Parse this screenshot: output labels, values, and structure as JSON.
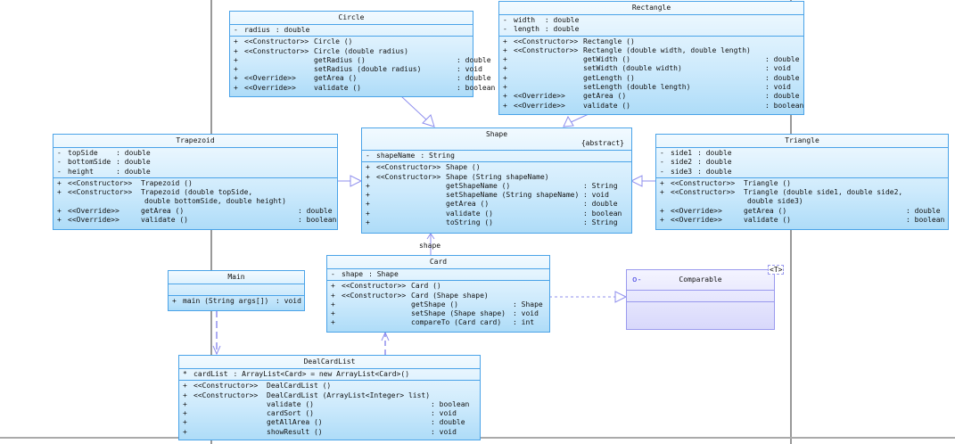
{
  "classes": {
    "circle": {
      "name": "Circle",
      "attributes": [
        {
          "vis": "-",
          "name": "radius",
          "type": ": double"
        }
      ],
      "methods": [
        {
          "vis": "+",
          "stereo": "<<Constructor>>",
          "name": "Circle ()",
          "type": ""
        },
        {
          "vis": "+",
          "stereo": "<<Constructor>>",
          "name": "Circle (double radius)",
          "type": ""
        },
        {
          "vis": "+",
          "stereo": "",
          "name": "getRadius ()",
          "type": ": double"
        },
        {
          "vis": "+",
          "stereo": "",
          "name": "setRadius (double radius)",
          "type": ": void"
        },
        {
          "vis": "+",
          "stereo": "<<Override>>",
          "name": "getArea ()",
          "type": ": double"
        },
        {
          "vis": "+",
          "stereo": "<<Override>>",
          "name": "validate ()",
          "type": ": boolean"
        }
      ]
    },
    "rectangle": {
      "name": "Rectangle",
      "attributes": [
        {
          "vis": "-",
          "name": "width ",
          "type": ": double"
        },
        {
          "vis": "-",
          "name": "length",
          "type": ": double"
        }
      ],
      "methods": [
        {
          "vis": "+",
          "stereo": "<<Constructor>>",
          "name": "Rectangle ()",
          "type": ""
        },
        {
          "vis": "+",
          "stereo": "<<Constructor>>",
          "name": "Rectangle (double width, double length)",
          "type": ""
        },
        {
          "vis": "+",
          "stereo": "",
          "name": "getWidth ()",
          "type": ": double"
        },
        {
          "vis": "+",
          "stereo": "",
          "name": "setWidth (double width)",
          "type": ": void"
        },
        {
          "vis": "+",
          "stereo": "",
          "name": "getLength ()",
          "type": ": double"
        },
        {
          "vis": "+",
          "stereo": "",
          "name": "setLength (double length)",
          "type": ": void"
        },
        {
          "vis": "+",
          "stereo": "<<Override>>",
          "name": "getArea ()",
          "type": ": double"
        },
        {
          "vis": "+",
          "stereo": "<<Override>>",
          "name": "validate ()",
          "type": ": boolean"
        }
      ]
    },
    "shape": {
      "name": "Shape",
      "modifier": "{abstract}",
      "attributes": [
        {
          "vis": "-",
          "name": "shapeName",
          "type": ": String"
        }
      ],
      "methods": [
        {
          "vis": "+",
          "stereo": "<<Constructor>>",
          "name": "Shape ()",
          "type": ""
        },
        {
          "vis": "+",
          "stereo": "<<Constructor>>",
          "name": "Shape (String shapeName)",
          "type": ""
        },
        {
          "vis": "+",
          "stereo": "",
          "name": "getShapeName ()",
          "type": ": String"
        },
        {
          "vis": "+",
          "stereo": "",
          "name": "setShapeName (String shapeName)",
          "type": ": void"
        },
        {
          "vis": "+",
          "stereo": "",
          "name": "getArea ()",
          "type": ": double"
        },
        {
          "vis": "+",
          "stereo": "",
          "name": "validate ()",
          "type": ": boolean"
        },
        {
          "vis": "+",
          "stereo": "",
          "name": "toString ()",
          "type": ": String"
        }
      ]
    },
    "trapezoid": {
      "name": "Trapezoid",
      "attributes": [
        {
          "vis": "-",
          "name": "topSide   ",
          "type": ": double"
        },
        {
          "vis": "-",
          "name": "bottomSide",
          "type": ": double"
        },
        {
          "vis": "-",
          "name": "height    ",
          "type": ": double"
        }
      ],
      "methods": [
        {
          "vis": "+",
          "stereo": "<<Constructor>>",
          "name": "Trapezoid ()",
          "type": ""
        },
        {
          "vis": "+",
          "stereo": "<<Constructor>>",
          "name": "Trapezoid (double topSide,",
          "type": "",
          "cont": "double bottomSide, double height)"
        },
        {
          "vis": "+",
          "stereo": "<<Override>>",
          "name": "getArea ()",
          "type": ": double"
        },
        {
          "vis": "+",
          "stereo": "<<Override>>",
          "name": "validate ()",
          "type": ": boolean"
        }
      ]
    },
    "triangle": {
      "name": "Triangle",
      "attributes": [
        {
          "vis": "-",
          "name": "side1",
          "type": ": double"
        },
        {
          "vis": "-",
          "name": "side2",
          "type": ": double"
        },
        {
          "vis": "-",
          "name": "side3",
          "type": ": double"
        }
      ],
      "methods": [
        {
          "vis": "+",
          "stereo": "<<Constructor>>",
          "name": "Triangle ()",
          "type": ""
        },
        {
          "vis": "+",
          "stereo": "<<Constructor>>",
          "name": "Triangle (double side1, double side2,",
          "type": "",
          "cont": "double side3)"
        },
        {
          "vis": "+",
          "stereo": "<<Override>>",
          "name": "getArea ()",
          "type": ": double"
        },
        {
          "vis": "+",
          "stereo": "<<Override>>",
          "name": "validate ()",
          "type": ": boolean"
        }
      ]
    },
    "main": {
      "name": "Main",
      "attributes": [],
      "methods": [
        {
          "vis": "+",
          "stereo": "",
          "name": "main (String args[])",
          "type": ": void"
        }
      ]
    },
    "card": {
      "name": "Card",
      "attributes": [
        {
          "vis": "-",
          "name": "shape",
          "type": ": Shape"
        }
      ],
      "methods": [
        {
          "vis": "+",
          "stereo": "<<Constructor>>",
          "name": "Card ()",
          "type": ""
        },
        {
          "vis": "+",
          "stereo": "<<Constructor>>",
          "name": "Card (Shape shape)",
          "type": ""
        },
        {
          "vis": "+",
          "stereo": "",
          "name": "getShape ()",
          "type": ": Shape"
        },
        {
          "vis": "+",
          "stereo": "",
          "name": "setShape (Shape shape)",
          "type": ": void"
        },
        {
          "vis": "+",
          "stereo": "",
          "name": "compareTo (Card card)",
          "type": ": int"
        }
      ]
    },
    "dealcardlist": {
      "name": "DealCardList",
      "attributes": [
        {
          "vis": "*",
          "name": "cardList",
          "type": ": ArrayList<Card> = new ArrayList<Card>()"
        }
      ],
      "methods": [
        {
          "vis": "+",
          "stereo": "<<Constructor>>",
          "name": "DealCardList ()",
          "type": ""
        },
        {
          "vis": "+",
          "stereo": "<<Constructor>>",
          "name": "DealCardList (ArrayList<Integer> list)",
          "type": ""
        },
        {
          "vis": "+",
          "stereo": "",
          "name": "validate ()",
          "type": ": boolean"
        },
        {
          "vis": "+",
          "stereo": "",
          "name": "cardSort ()",
          "type": ": void"
        },
        {
          "vis": "+",
          "stereo": "",
          "name": "getAllArea ()",
          "type": ": double"
        },
        {
          "vis": "+",
          "stereo": "",
          "name": "showResult ()",
          "type": ": void"
        }
      ]
    }
  },
  "interface": {
    "name": "Comparable",
    "type_param": "<T>",
    "icon": "interface-lollipop-icon"
  },
  "associations": {
    "card_shape_label": "shape"
  },
  "colors": {
    "class_border": "#4aa3e8",
    "class_fill": "#cdeafc",
    "interface_border": "#9a9aee",
    "connector": "#8f8fee"
  }
}
